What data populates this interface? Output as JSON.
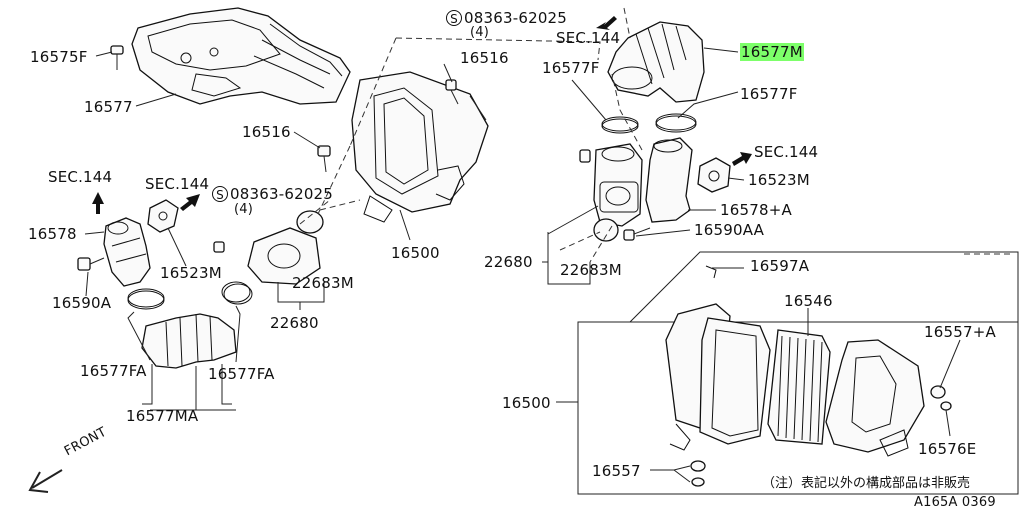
{
  "labels": {
    "p16575F": "16575F",
    "p16577_top": "16577",
    "p16516_a": "16516",
    "p16516_b": "16516",
    "sec144_left": "SEC.144",
    "sec144_mid": "SEC.144",
    "sec144_top": "SEC.144",
    "sec144_right": "SEC.144",
    "bolt_code": "08363-62025",
    "bolt_qty": "(4)",
    "bolt_code_2": "08363-62025",
    "bolt_qty_2": "(4)",
    "bolt_symbol": "S",
    "p16578": "16578",
    "p16523M_left": "16523M",
    "p16590A": "16590A",
    "p16577FA_l": "16577FA",
    "p16577FA_r": "16577FA",
    "p16577MA": "16577MA",
    "p22683M_left": "22683M",
    "p22680_left": "22680",
    "p16500_top": "16500",
    "p16577M": "16577M",
    "p16577F_l": "16577F",
    "p16577F_r": "16577F",
    "p16523M_right": "16523M",
    "p16578A": "16578+A",
    "p16590AA": "16590AA",
    "p22680_right": "22680",
    "p22683M_right": "22683M",
    "p16597A": "16597A",
    "p16546": "16546",
    "p16557A": "16557+A",
    "p16500_box": "16500",
    "p16576E": "16576E",
    "p16557": "16557",
    "front": "FRONT",
    "note": "（注）表記以外の構成部品は非販売",
    "ref": "A165A 0369"
  },
  "highlight_color": "#7dff6a",
  "icons": [
    "arrow-icon",
    "circle-s-icon"
  ]
}
